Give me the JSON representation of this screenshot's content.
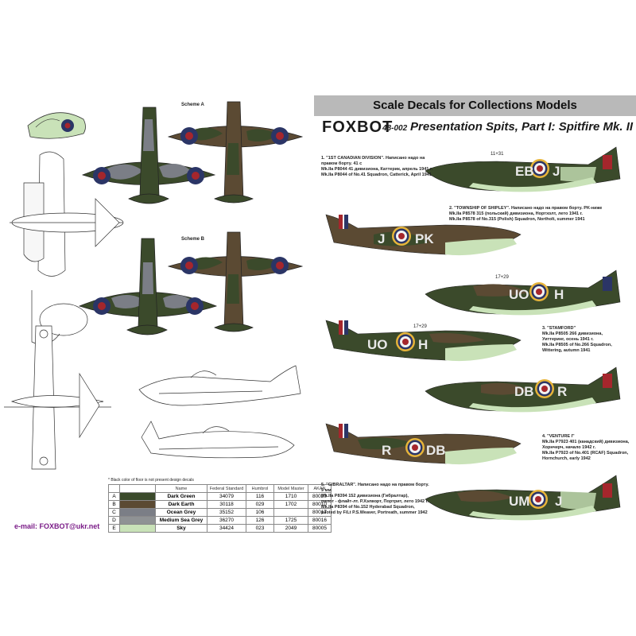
{
  "header": {
    "banner": "Scale Decals for Collections Models",
    "brand": "FOXBOT",
    "code": "48-002",
    "title": "Presentation Spits, Part I: Spitfire Mk. II"
  },
  "schemes": {
    "a": "Scheme A",
    "b": "Scheme B"
  },
  "notes": [
    {
      "lines": [
        "1. \"1ST CANADIAN DIVISION\". Написано надо на правом борту. 41 с",
        "Mk.IIa P8044 41 дивизиона, Каттерик, апрель 1941 г.",
        "Mk.IIa P8044 of No.41 Squadron, Catterick, April 1941"
      ]
    },
    {
      "lines": [
        "2. \"TOWNSHIP OF SHIPLEY\". Написано надо на правом борту. PK-ниже",
        "Mk.IIa P8578 315 (польский) дивизиона, Нортхолт, лето 1941 г.",
        "Mk.IIa P8578 of No.315 (Polish) Squadron, Northolt, summer 1941"
      ]
    },
    {
      "lines": [
        "3. \"STAMFORD\"",
        "Mk.IIa P8505 266 дивизиона,",
        "Уиттеринг, осень 1941 г.",
        "Mk.IIa P8505 of No.266 Squadron,",
        "Wittering, autumn 1941"
      ]
    },
    {
      "lines": [
        "4. \"VENTURE I\"",
        "Mk.IIa P7923 401 (канадский) дивизиона,",
        "Хорнчерч, начало 1942 г.",
        "Mk.IIa P7923 of No.401 (RCAF) Squadron,",
        "Hornchurch, early 1942"
      ]
    },
    {
      "lines": [
        "5. \"GIBRALTAR\". Написано надо на правом борту. 9 мм",
        "Mk.IIa P8394 152 дивизиона (Гибралтар),",
        "пилот - флайт-лт. Р.Хэлворт, Портрит, лето 1942 г.",
        "Mk.IIa P8394 of No.152 Hyderabad Squadron,",
        "piloted by F/Lt P.S.Weaver, Portreath, summer 1942"
      ]
    }
  ],
  "codes": [
    {
      "left": "EB",
      "right": "J"
    },
    {
      "left": "J",
      "right": "PK"
    },
    {
      "left": "UO",
      "right": "H"
    },
    {
      "left": "UO",
      "right": "H"
    },
    {
      "left": "DB",
      "right": "R"
    },
    {
      "left": "R",
      "right": "DB"
    },
    {
      "left": "UM",
      "right": "J"
    }
  ],
  "serials": [
    "11+31",
    "17+29",
    "17+29"
  ],
  "footnote": "* Black color of floor is not present design decals",
  "table": {
    "headers": [
      "",
      "",
      "Name",
      "Federal Standard",
      "Humbrol",
      "Model Master",
      "AKAN"
    ],
    "rows": [
      {
        "key": "A",
        "color": "#3b4a2b",
        "name": "Dark Green",
        "fs": "34079",
        "humbrol": "116",
        "mm": "1710",
        "akan": "80020"
      },
      {
        "key": "B",
        "color": "#5b4a33",
        "name": "Dark Earth",
        "fs": "30118",
        "humbrol": "029",
        "mm": "1702",
        "akan": "80010"
      },
      {
        "key": "C",
        "color": "#7b7e86",
        "name": "Ocean Grey",
        "fs": "35152",
        "humbrol": "106",
        "mm": "",
        "akan": "80017"
      },
      {
        "key": "D",
        "color": "#8f9294",
        "name": "Medium Sea Grey",
        "fs": "36270",
        "humbrol": "126",
        "mm": "1725",
        "akan": "80016"
      },
      {
        "key": "E",
        "color": "#c9e2b8",
        "name": "Sky",
        "fs": "34424",
        "humbrol": "023",
        "mm": "2049",
        "akan": "80005"
      }
    ]
  },
  "email": "e-mail: FOXBOT@ukr.net",
  "colors": {
    "green": "#3b4a2b",
    "earth": "#5b4a33",
    "grey": "#7b7e86",
    "sky": "#c9e2b8",
    "roundel_blue": "#2b3566",
    "roundel_red": "#a5262c",
    "roundel_yellow": "#e6b43a"
  }
}
